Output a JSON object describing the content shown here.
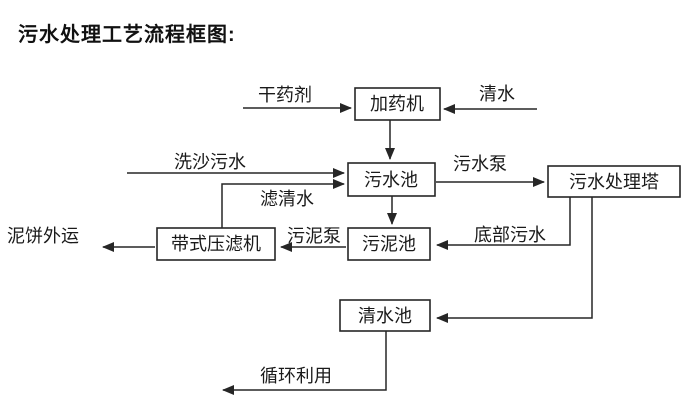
{
  "title": "污水处理工艺流程框图:",
  "nodes": {
    "dosing_machine": "加药机",
    "sewage_pool": "污水池",
    "treatment_tower": "污水处理塔",
    "belt_filter_press": "带式压滤机",
    "sludge_pool": "污泥池",
    "clean_water_pool": "清水池"
  },
  "flows": {
    "dry_agent": "干药剂",
    "clean_water": "清水",
    "sand_washing_sewage": "洗沙污水",
    "filtered_water": "滤清水",
    "sewage_pump": "污水泵",
    "bottom_sewage": "底部污水",
    "sludge_pump": "污泥泵",
    "mud_cake_out": "泥饼外运",
    "recycle": "循环利用"
  },
  "colors": {
    "line": "#262626",
    "box_border": "#262626",
    "text": "#1a1a1a",
    "background": "#ffffff"
  }
}
